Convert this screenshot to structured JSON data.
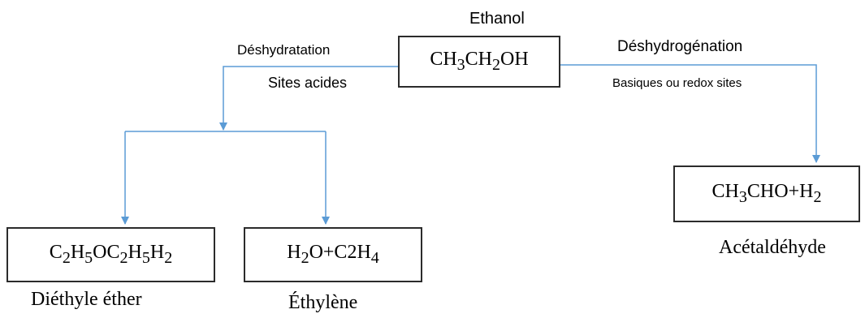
{
  "reactant": {
    "caption": "Ethanol"
  },
  "branch_left": {
    "label_top": "Déshydratation",
    "label_bottom": "Sites acides"
  },
  "branch_right": {
    "label_top": "Déshydrogénation",
    "label_bottom": "Basiques ou redox sites"
  },
  "products": {
    "ether": {
      "caption": "Diéthyle éther"
    },
    "ethylene": {
      "caption": "Éthylène"
    },
    "acetaldehyde": {
      "caption": "Acétaldéhyde"
    }
  },
  "colors": {
    "arrow": "#5b9bd5",
    "box_border": "#2b2b2b"
  }
}
